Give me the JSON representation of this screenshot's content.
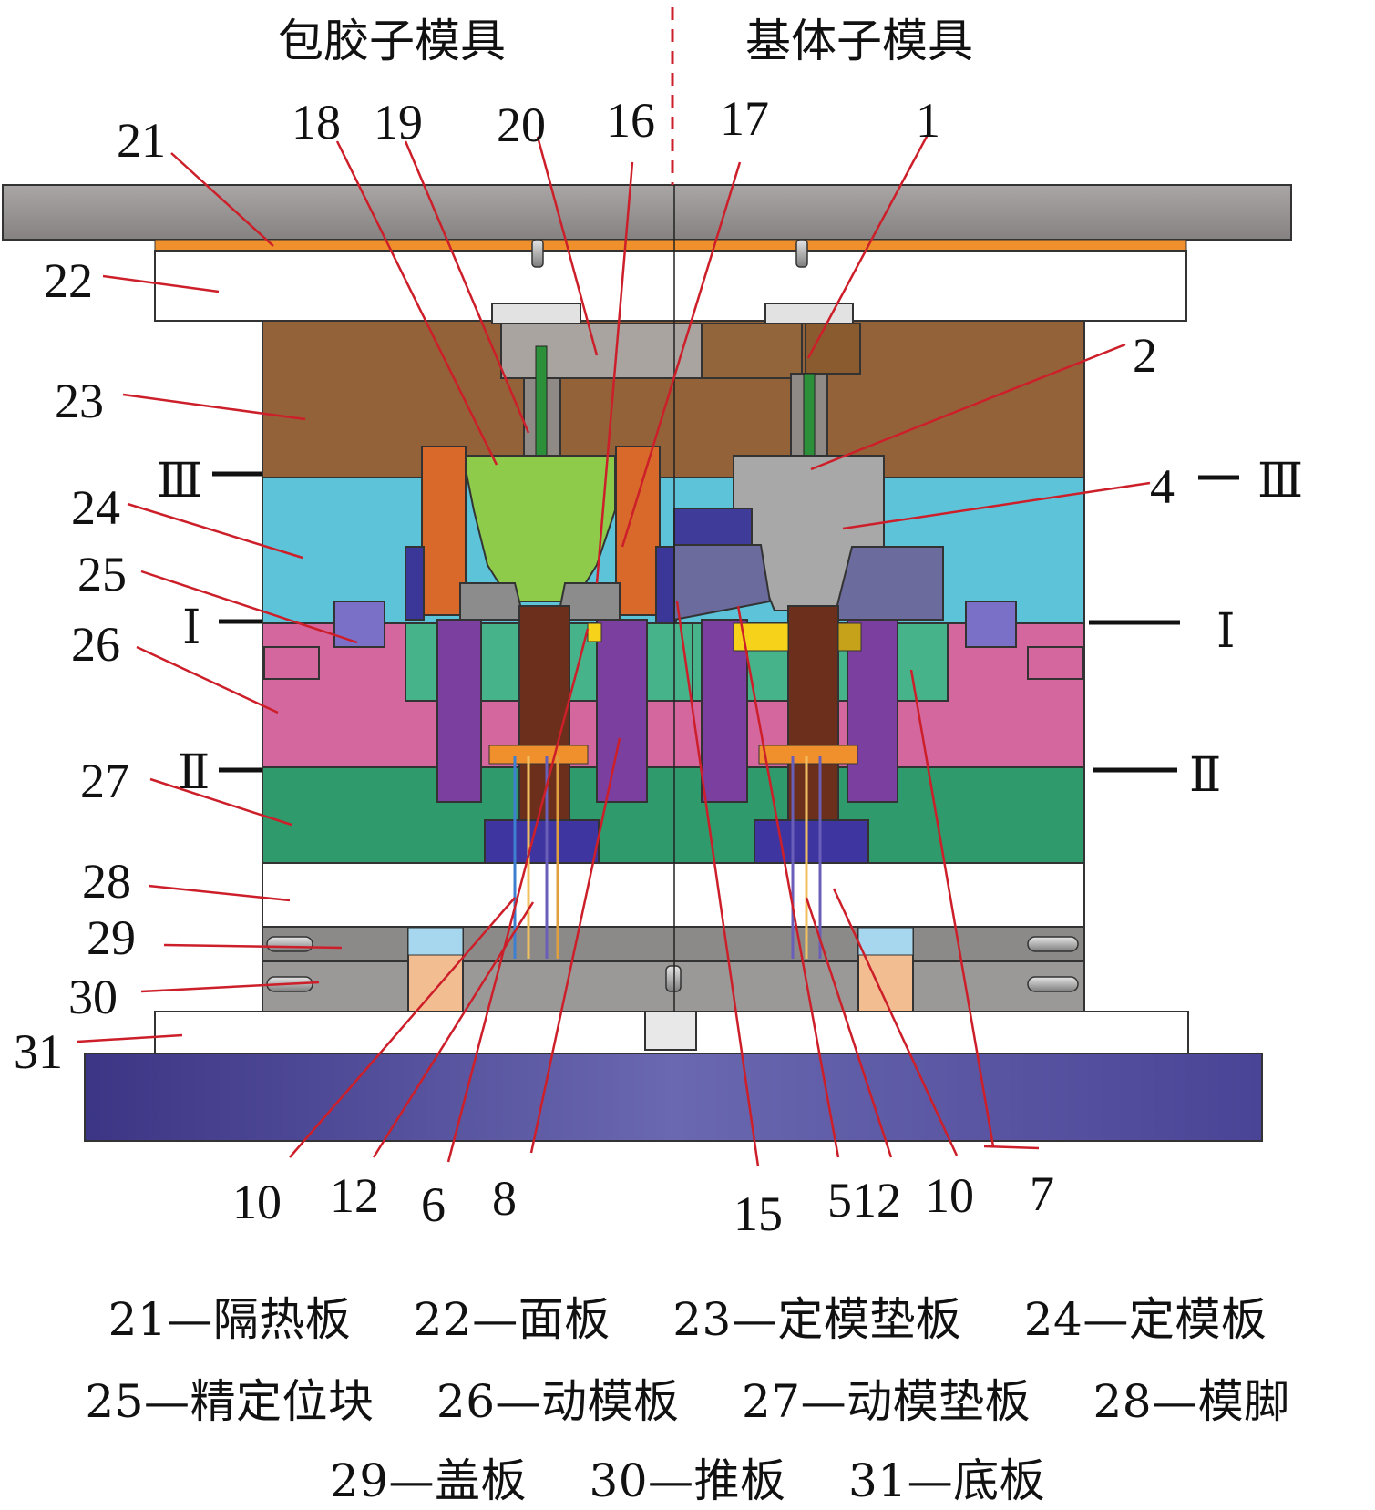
{
  "headers": {
    "left": "包胶子模具",
    "right": "基体子模具"
  },
  "part_labels": {
    "n21": "21",
    "n22": "22",
    "n23": "23",
    "n24": "24",
    "n25": "25",
    "n26": "26",
    "n27": "27",
    "n28": "28",
    "n29": "29",
    "n30": "30",
    "n31": "31",
    "n18": "18",
    "n19": "19",
    "n20": "20",
    "n16": "16",
    "n17": "17",
    "n1": "1",
    "n2": "2",
    "n4": "4",
    "b10a": "10",
    "b12a": "12",
    "b6": "6",
    "b8": "8",
    "b15": "15",
    "b5": "5",
    "b12b": "12",
    "b10b": "10",
    "b7": "7"
  },
  "parting_lines": {
    "I": "Ⅰ",
    "II": "Ⅱ",
    "III": "Ⅲ"
  },
  "legend": {
    "row1": [
      "21—隔热板",
      "22—面板",
      "23—定模垫板",
      "24—定模板"
    ],
    "row2": [
      "25—精定位块",
      "26—动模板",
      "27—动模垫板",
      "28—模脚"
    ],
    "row3": [
      "29—盖板",
      "30—推板",
      "31—底板"
    ]
  },
  "colors": {
    "top_plate": "#9a9796",
    "insulation": "#f0902c",
    "clamp_plate": "#ffffff",
    "cavity_backing": "#946239",
    "cavity_plate": "#5dc3d9",
    "core_plate": "#d5679f",
    "core_backing": "#2f9a6b",
    "bottom_plate": "#5a55a6",
    "leader_line": "#cc1f2a"
  }
}
